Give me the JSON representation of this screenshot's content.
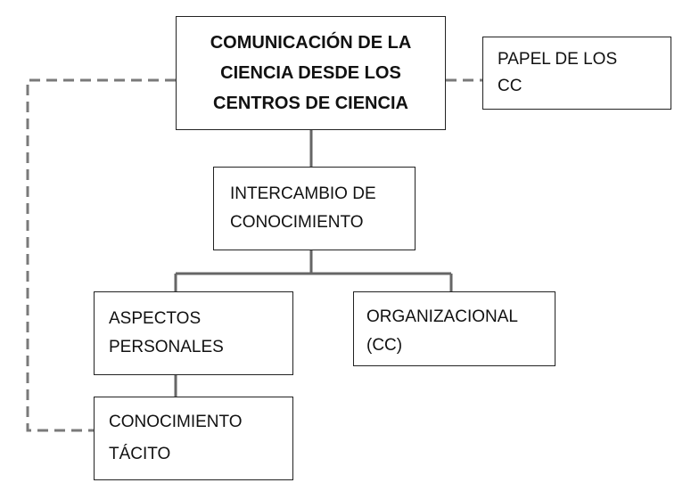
{
  "diagram": {
    "nodes": {
      "main": "COMUNICACIÓN DE LA\nCIENCIA DESDE LOS\nCENTROS DE CIENCIA",
      "papel": "PAPEL DE LOS\nCC",
      "intercambio": "INTERCAMBIO DE\nCONOCIMIENTO",
      "aspectos": "ASPECTOS\nPERSONALES",
      "organizacional": "ORGANIZACIONAL\n(CC)",
      "tacito": "CONOCIMIENTO\nTÁCITO"
    },
    "edges": [
      {
        "from": "main",
        "to": "intercambio",
        "style": "solid"
      },
      {
        "from": "intercambio",
        "to": "aspectos",
        "style": "solid"
      },
      {
        "from": "intercambio",
        "to": "organizacional",
        "style": "solid"
      },
      {
        "from": "aspectos",
        "to": "tacito",
        "style": "solid"
      },
      {
        "from": "main",
        "to": "papel",
        "style": "dashed"
      },
      {
        "from": "main",
        "to": "tacito",
        "style": "dashed"
      }
    ],
    "colors": {
      "box_border": "#222222",
      "solid_line": "#666666",
      "dashed_line": "#7a7a7a"
    }
  }
}
